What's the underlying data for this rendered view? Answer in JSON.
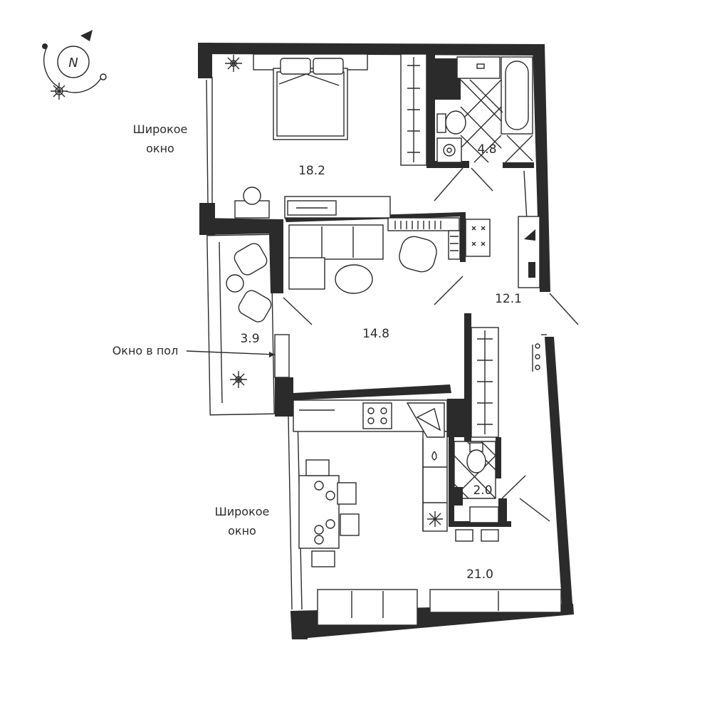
{
  "compass": {
    "north_letter": "N",
    "icon": "compass-icon"
  },
  "rooms": [
    {
      "id": "bedroom",
      "area": "18.2"
    },
    {
      "id": "bathroom",
      "area": "4.8"
    },
    {
      "id": "hallway",
      "area": "12.1"
    },
    {
      "id": "living",
      "area": "14.8"
    },
    {
      "id": "balcony",
      "area": "3.9"
    },
    {
      "id": "wc",
      "area": "2.0"
    },
    {
      "id": "kitchen",
      "area": "21.0"
    }
  ],
  "labels": {
    "wide_window_top_1": "Широкое",
    "wide_window_top_2": "окно",
    "floor_window": "Окно в пол",
    "wide_window_bottom_1": "Широкое",
    "wide_window_bottom_2": "окно"
  },
  "colors": {
    "wall": "#2b2b2b",
    "background": "#ffffff"
  }
}
